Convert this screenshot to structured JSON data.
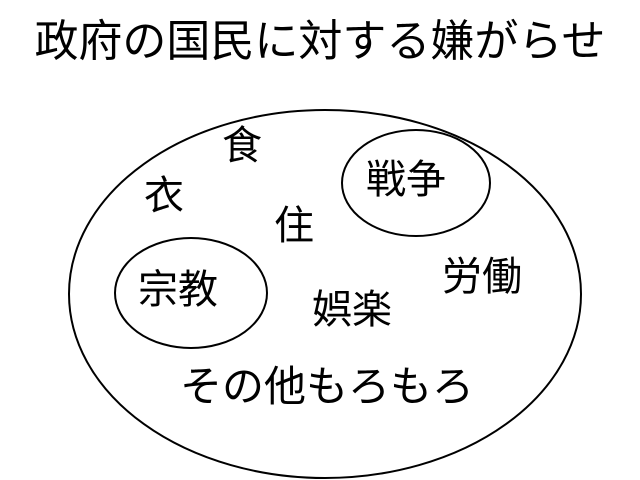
{
  "title": "政府の国民に対する嫌がらせ",
  "items": {
    "shoku": "食",
    "i": "衣",
    "ju": "住",
    "sensou": "戦争",
    "shuukyou": "宗教",
    "goraku": "娯楽",
    "roudou": "労働",
    "sonota": "その他もろもろ"
  },
  "colors": {
    "stroke": "#000000",
    "background": "#ffffff",
    "text": "#000000"
  }
}
